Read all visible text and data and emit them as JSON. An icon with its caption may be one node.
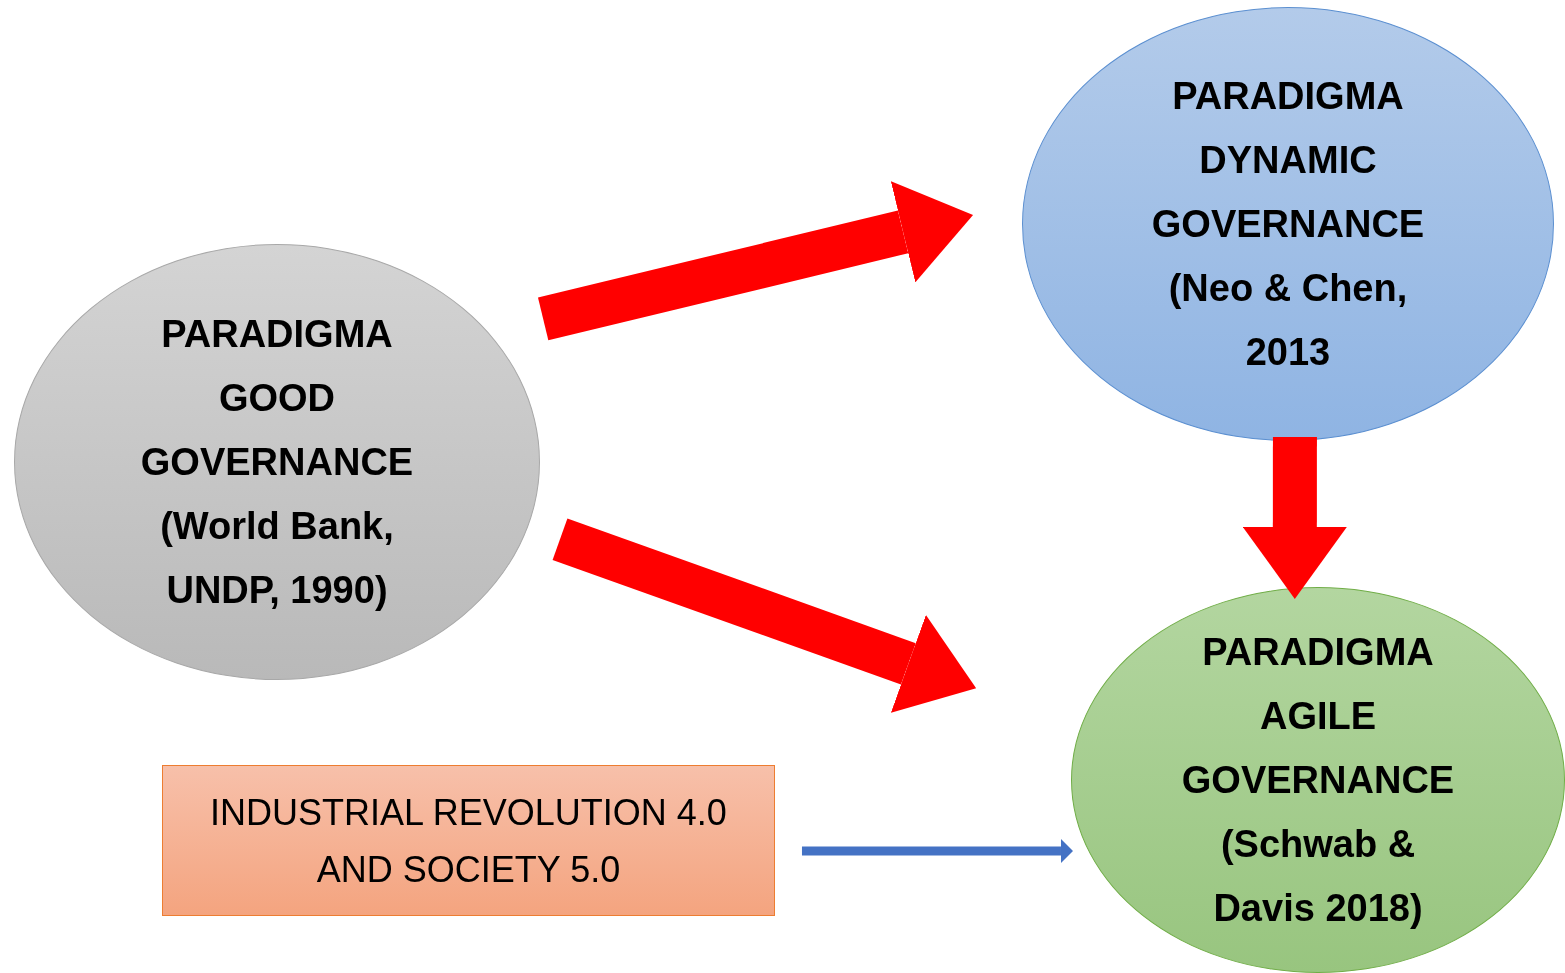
{
  "diagram": {
    "nodes": [
      {
        "text": [
          "PARADIGMA GOOD GOVERNANCE (World Bank, UNDP, 1990)"
        ]
      },
      {
        "text": [
          "PARADIGMA DYNAMIC GOVERNANCE (Neo & Chen, 2013"
        ]
      },
      {
        "text": [
          "PARADIGMA AGILE GOVERNANCE (Schwab & Davis 2018)"
        ]
      },
      {
        "text": [
          "INDUSTRIAL REVOLUTION 4.0 AND SOCIETY 5.0"
        ]
      }
    ],
    "edges": [
      {
        "from": 0,
        "to": 1,
        "arrow": "to"
      },
      {
        "from": 0,
        "to": 2,
        "arrow": "to"
      },
      {
        "from": 1,
        "to": 2,
        "arrow": "to"
      },
      {
        "from": 3,
        "to": 2,
        "arrow": "to",
        "color": "#4472c4"
      }
    ]
  }
}
